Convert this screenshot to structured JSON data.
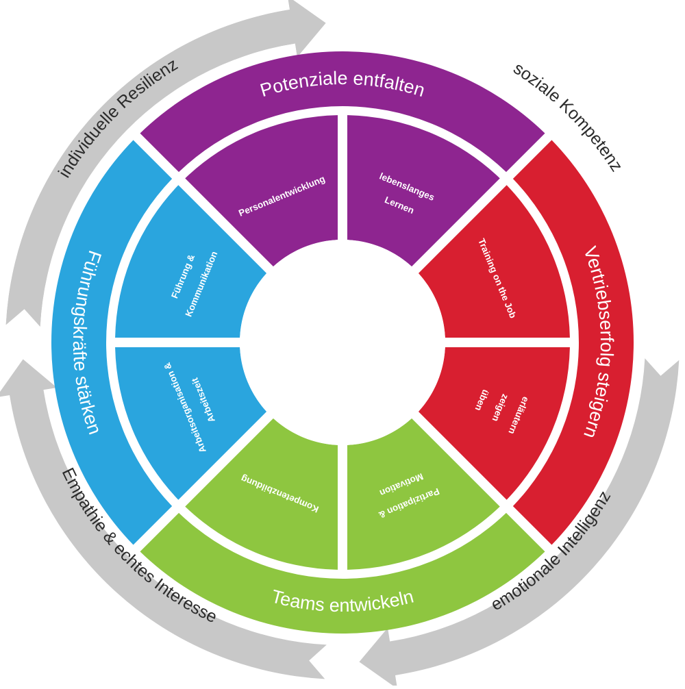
{
  "colors": {
    "purple": "#8e2590",
    "red": "#d81f30",
    "green": "#8ec640",
    "blue": "#2aa5de",
    "arrow_gray": "#c8c8c8",
    "arrow_text": "#2b2b2b",
    "background": "#ffffff"
  },
  "outer_arrows": [
    {
      "label": "individuelle Resilienz"
    },
    {
      "label": "soziale Kompetenz"
    },
    {
      "label": "emotionale Intelligenz"
    },
    {
      "label": "Empathie & echtes Interesse"
    }
  ],
  "quadrants": [
    {
      "title": "Potenziale entfalten",
      "color": "purple",
      "segments": [
        {
          "lines": [
            "Personalentwicklung"
          ]
        },
        {
          "lines": [
            "lebenslanges",
            "Lernen"
          ]
        }
      ]
    },
    {
      "title": "Vertriebserfolg steigern",
      "color": "red",
      "segments": [
        {
          "lines": [
            "Training on the Job"
          ]
        },
        {
          "lines": [
            "erläutern",
            "zeigen",
            "üben"
          ]
        }
      ]
    },
    {
      "title": "Teams entwickeln",
      "color": "green",
      "segments": [
        {
          "lines": [
            "Partizipation &",
            "Motivation"
          ]
        },
        {
          "lines": [
            "Kompetenzbildung"
          ]
        }
      ]
    },
    {
      "title": "Führungskräfte stärken",
      "color": "blue",
      "segments": [
        {
          "lines": [
            "Arbeitsorganisation &",
            "Arbeitszeit"
          ]
        },
        {
          "lines": [
            "Führung &",
            "Kommunikation"
          ]
        }
      ]
    }
  ]
}
